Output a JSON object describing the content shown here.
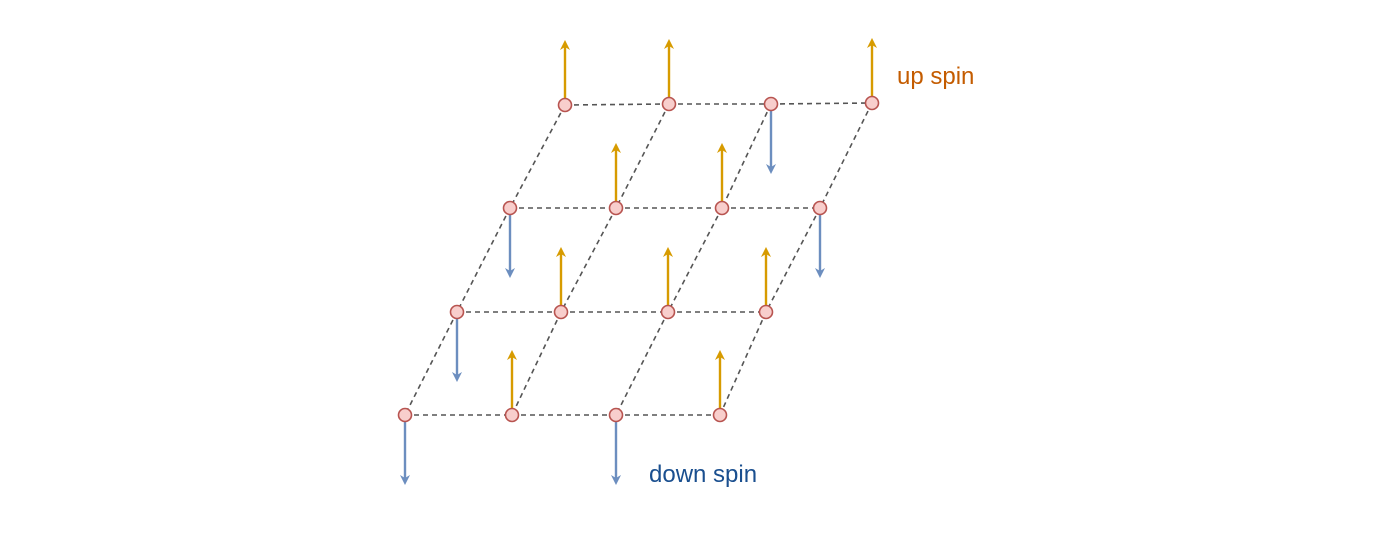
{
  "labels": {
    "up_spin": "up spin",
    "down_spin": "down spin"
  },
  "colors": {
    "up_arrow": "#d79b00",
    "down_arrow": "#6c8ebf",
    "up_label": "#c45c00",
    "down_label": "#1a4f8f",
    "node_fill": "#f8cecc",
    "node_stroke": "#b85450",
    "grid_line": "#555555"
  },
  "lattice": {
    "rows": 4,
    "cols": 4,
    "spins": [
      [
        "up",
        "up",
        "down",
        "up"
      ],
      [
        "down",
        "up",
        "up",
        "down"
      ],
      [
        "down",
        "up",
        "up",
        "up"
      ],
      [
        "down",
        "up",
        "down",
        "up"
      ]
    ]
  },
  "legend": {
    "up_spin_arrow_icon": "arrow-up-icon",
    "down_spin_arrow_icon": "arrow-down-icon"
  }
}
